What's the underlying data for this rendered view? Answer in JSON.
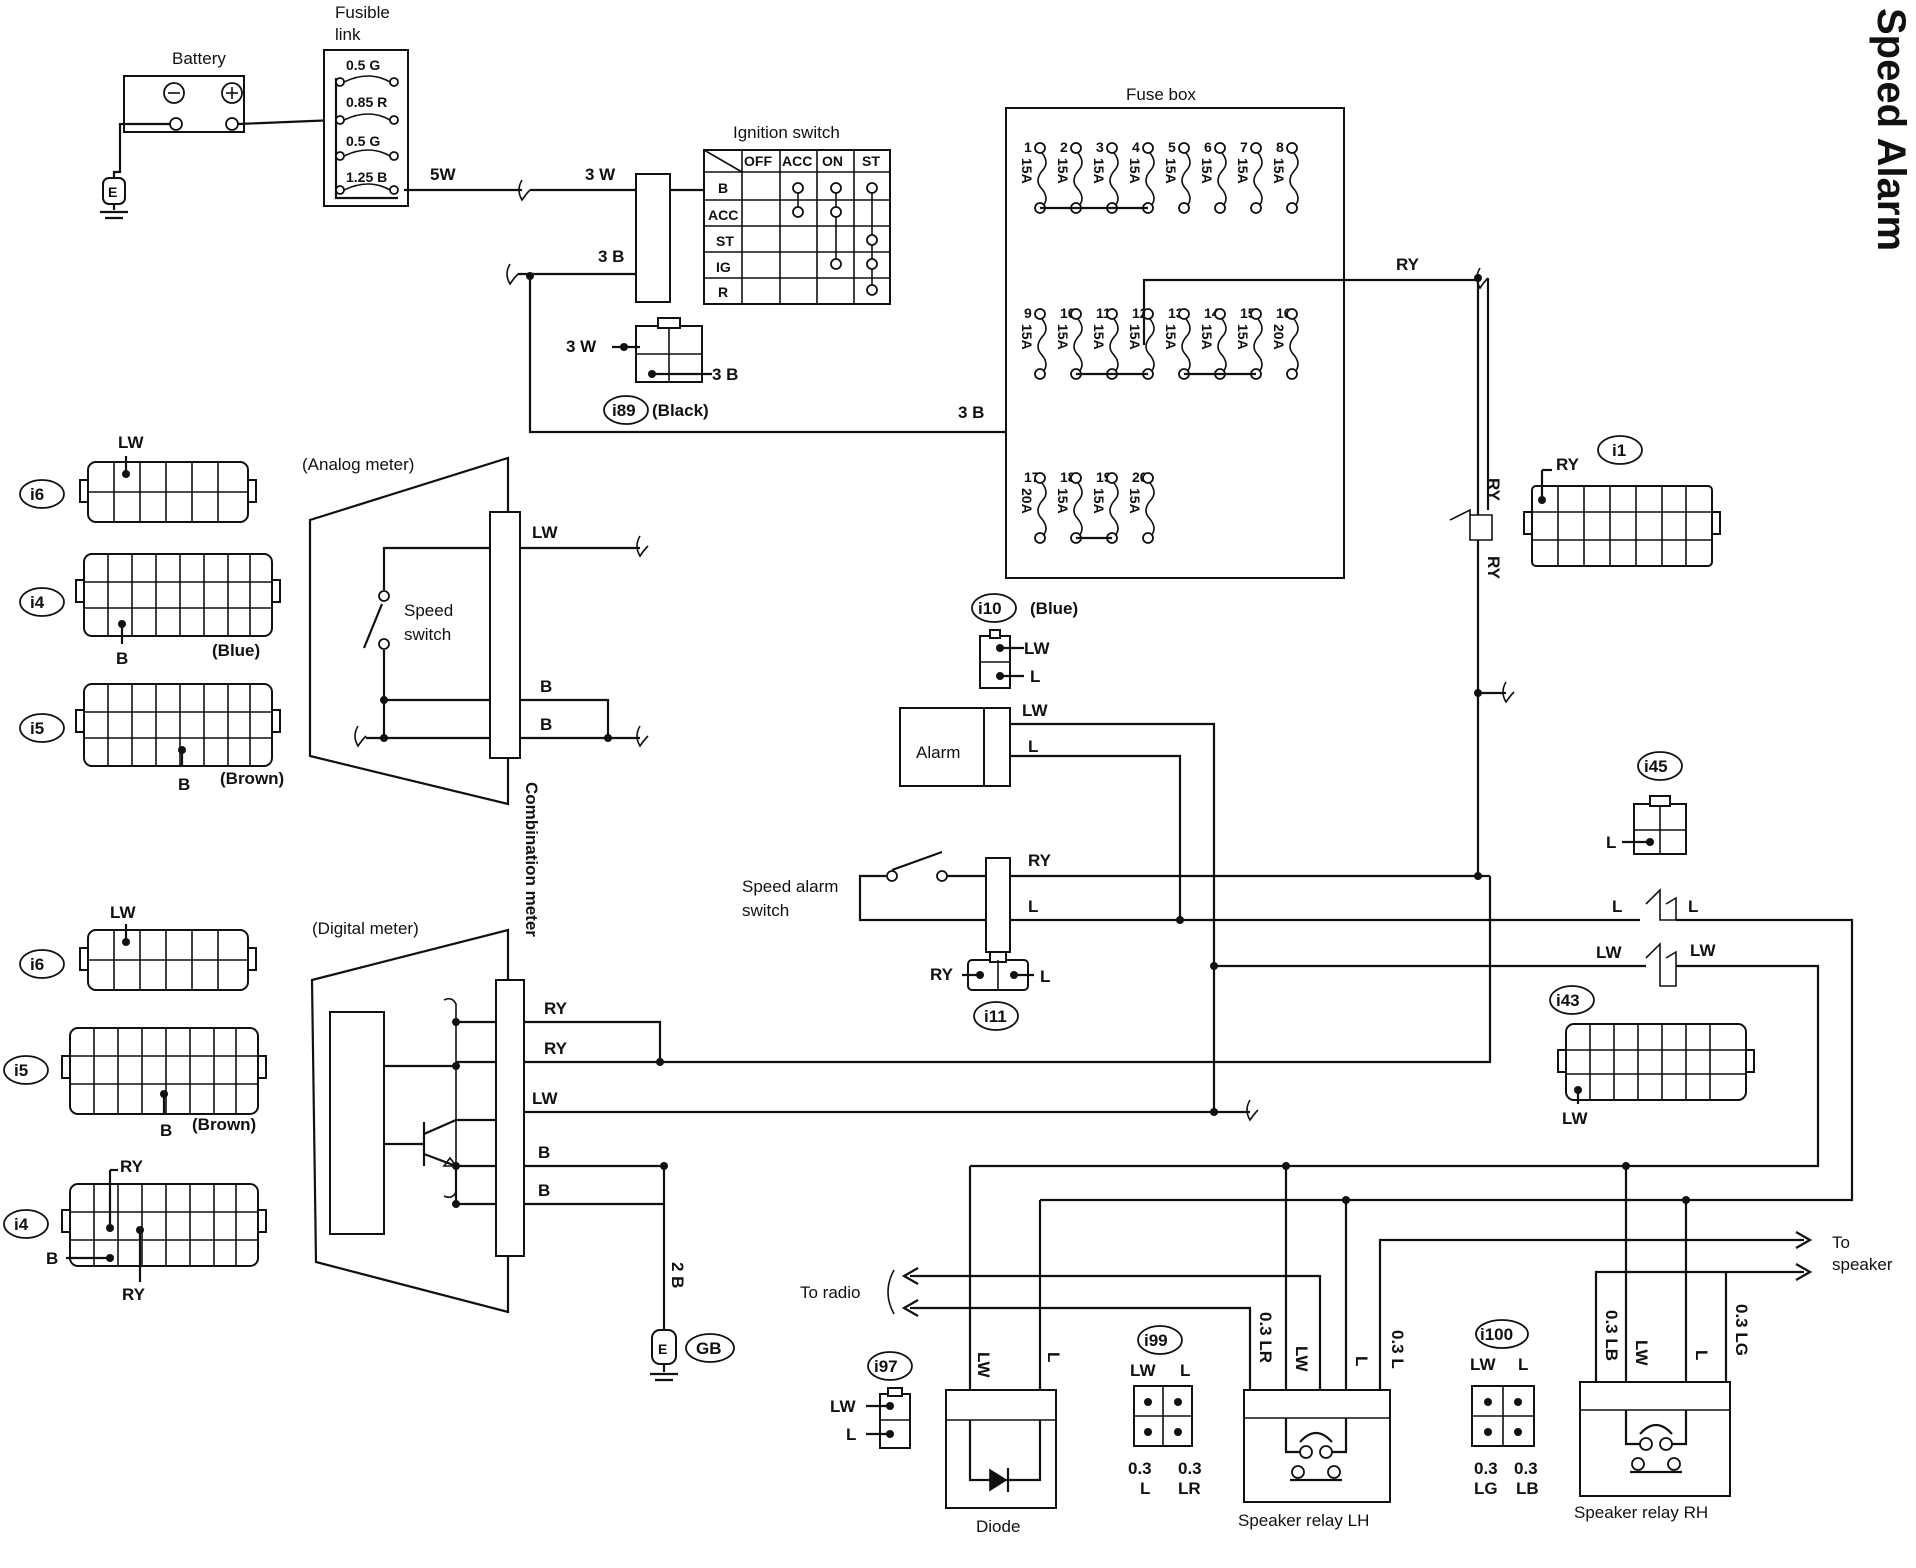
{
  "title": "Speed Alarm",
  "labels": {
    "battery": "Battery",
    "fusible_link": [
      "Fusible",
      "link"
    ],
    "fusible_ratings": [
      "0.5 G",
      "0.85 R",
      "0.5 G",
      "1.25 B"
    ],
    "fuse_box": "Fuse box",
    "ignition_switch": "Ignition switch",
    "ign_cols": [
      "OFF",
      "ACC",
      "ON",
      "ST"
    ],
    "ign_rows": [
      "B",
      "ACC",
      "ST",
      "IG",
      "R"
    ],
    "analog_meter": "(Analog meter)",
    "digital_meter": "(Digital meter)",
    "speed_switch": [
      "Speed",
      "switch"
    ],
    "combination_meter": "Combination meter",
    "alarm": "Alarm",
    "speed_alarm_switch": [
      "Speed alarm",
      "switch"
    ],
    "to_radio": "To radio",
    "to_speaker": [
      "To",
      "speaker"
    ],
    "diode": "Diode",
    "relay_lh": "Speaker relay LH",
    "relay_rh": "Speaker relay RH",
    "black": "(Black)",
    "blue": "(Blue)",
    "brown": "(Brown)"
  },
  "fuses": {
    "row1_num": [
      "1",
      "2",
      "3",
      "4",
      "5",
      "6",
      "7",
      "8"
    ],
    "row1_amp": [
      "15A",
      "15A",
      "15A",
      "15A",
      "15A",
      "15A",
      "15A",
      "15A"
    ],
    "row2_num": [
      "9",
      "10",
      "11",
      "12",
      "13",
      "14",
      "15",
      "16"
    ],
    "row2_amp": [
      "15A",
      "15A",
      "15A",
      "15A",
      "15A",
      "15A",
      "15A",
      "20A"
    ],
    "row3_num": [
      "17",
      "18",
      "19",
      "20"
    ],
    "row3_amp": [
      "20A",
      "15A",
      "15A",
      "15A"
    ]
  },
  "connectors": {
    "i89": "i89",
    "i6": "i6",
    "i4": "i4",
    "i5": "i5",
    "i1": "i1",
    "i10": "i10",
    "i11": "i11",
    "i45": "i45",
    "i43": "i43",
    "i97": "i97",
    "i99": "i99",
    "i100": "i100",
    "gb": "GB"
  },
  "wires": {
    "w5W": "5W",
    "w3W": "3 W",
    "w3B": "3 B",
    "RY": "RY",
    "LW": "LW",
    "L": "L",
    "B": "B",
    "w2B": "2 B",
    "w03LR": "0.3 LR",
    "w03L": "0.3 L",
    "w03LB": "0.3 LB",
    "w03LG": "0.3 LG",
    "w03": "0.3",
    "LR": "LR",
    "LG": "LG",
    "LB": "LB",
    "E": "E"
  }
}
